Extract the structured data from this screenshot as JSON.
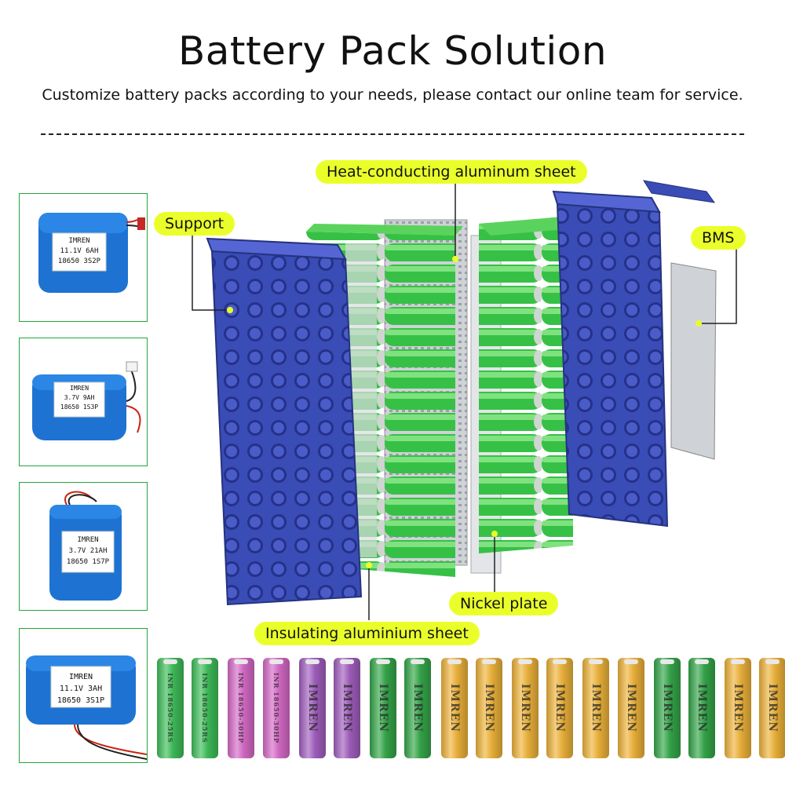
{
  "header": {
    "title": "Battery Pack Solution",
    "subtitle": "Customize battery packs according to your needs, please contact our online team for service."
  },
  "callouts": {
    "heat_sheet": "Heat-conducting aluminum sheet",
    "support": "Support",
    "bms": "BMS",
    "nickel": "Nickel plate",
    "insulating": "Insulating aluminium sheet"
  },
  "packs": [
    {
      "brand": "IMREN",
      "spec": "11.1V  6AH",
      "config": "18650  3S2P"
    },
    {
      "brand": "IMREN",
      "spec": "3.7V  9AH",
      "config": "18650  1S3P"
    },
    {
      "brand": "IMREN",
      "spec": "3.7V  21AH",
      "config": "18650  1S7P"
    },
    {
      "brand": "IMREN",
      "spec": "11.1V  3AH",
      "config": "18650  3S1P"
    }
  ],
  "cells": [
    {
      "color": "#3fbf5a",
      "text": "INR 18650-25RS"
    },
    {
      "color": "#3fbf5a",
      "text": "INR 18650-25RS"
    },
    {
      "color": "#d86bc9",
      "text": "INR 18650-30HP"
    },
    {
      "color": "#d86bc9",
      "text": "INR 18650-30HP"
    },
    {
      "color": "#a35fc0",
      "text": "IMREN"
    },
    {
      "color": "#a35fc0",
      "text": "IMREN"
    },
    {
      "color": "#35a84a",
      "text": "IMREN"
    },
    {
      "color": "#35a84a",
      "text": "IMREN"
    },
    {
      "color": "#f0b53b",
      "text": "IMREN"
    },
    {
      "color": "#f0b53b",
      "text": "IMREN"
    },
    {
      "color": "#f0b53b",
      "text": "IMREN"
    },
    {
      "color": "#f0b53b",
      "text": "IMREN"
    },
    {
      "color": "#f0b53b",
      "text": "IMREN"
    },
    {
      "color": "#f0b53b",
      "text": "IMREN"
    },
    {
      "color": "#35a84a",
      "text": "IMREN"
    },
    {
      "color": "#35a84a",
      "text": "IMREN"
    },
    {
      "color": "#f0b53b",
      "text": "IMREN"
    },
    {
      "color": "#f0b53b",
      "text": "IMREN"
    }
  ],
  "colors": {
    "accent_green": "#22a53a",
    "highlight_yellow": "#eaff2a",
    "holder_blue": "#3d4fb8",
    "cell_green": "#3cc24a",
    "pack_blue": "#1e73d2"
  }
}
